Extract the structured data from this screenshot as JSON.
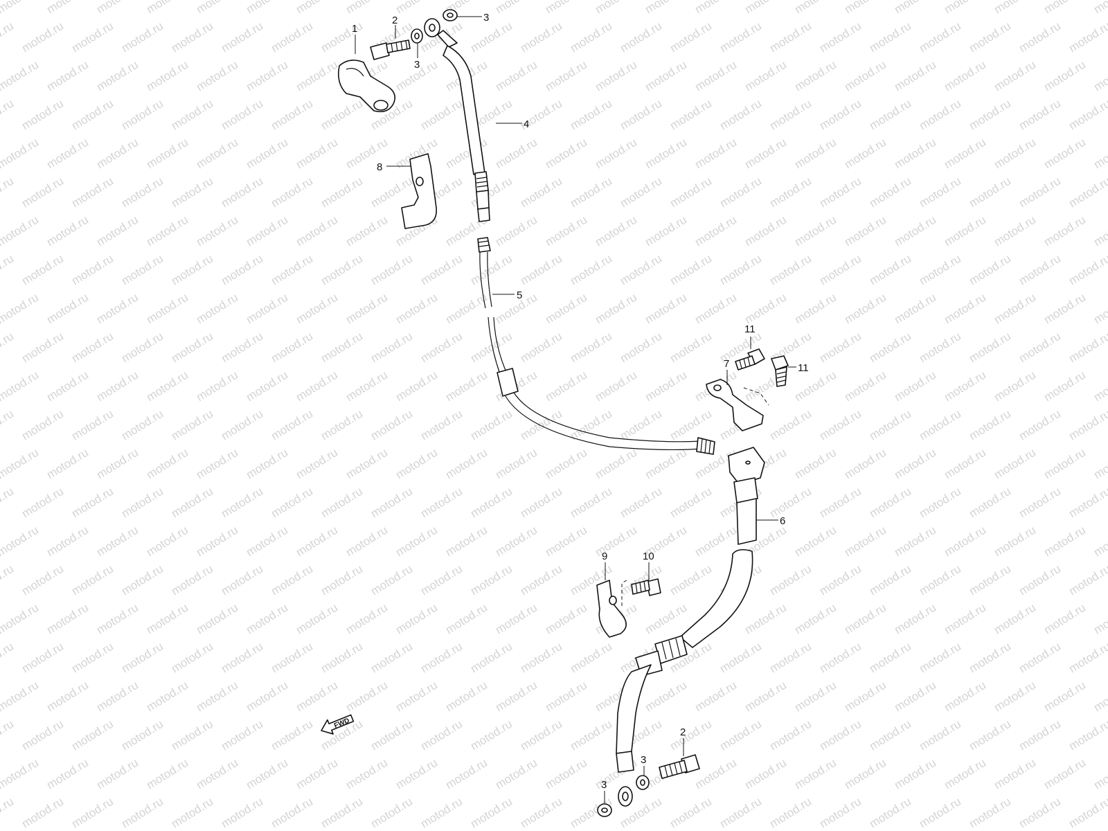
{
  "watermark": {
    "text": "motod.ru",
    "color": "#d4d4d4"
  },
  "callouts": [
    {
      "id": "c1",
      "label": "1"
    },
    {
      "id": "c2a",
      "label": "2"
    },
    {
      "id": "c3a",
      "label": "3"
    },
    {
      "id": "c3b",
      "label": "3"
    },
    {
      "id": "c4",
      "label": "4"
    },
    {
      "id": "c8",
      "label": "8"
    },
    {
      "id": "c5",
      "label": "5"
    },
    {
      "id": "c11a",
      "label": "11"
    },
    {
      "id": "c7",
      "label": "7"
    },
    {
      "id": "c11b",
      "label": "11"
    },
    {
      "id": "c6",
      "label": "6"
    },
    {
      "id": "c9",
      "label": "9"
    },
    {
      "id": "c10",
      "label": "10"
    },
    {
      "id": "c2b",
      "label": "2"
    },
    {
      "id": "c3c",
      "label": "3"
    },
    {
      "id": "c3d",
      "label": "3"
    }
  ],
  "fwd_marker": {
    "label": "FWD",
    "icon": "forward-arrow-icon"
  },
  "colors": {
    "line": "#111111",
    "background": "#ffffff"
  }
}
